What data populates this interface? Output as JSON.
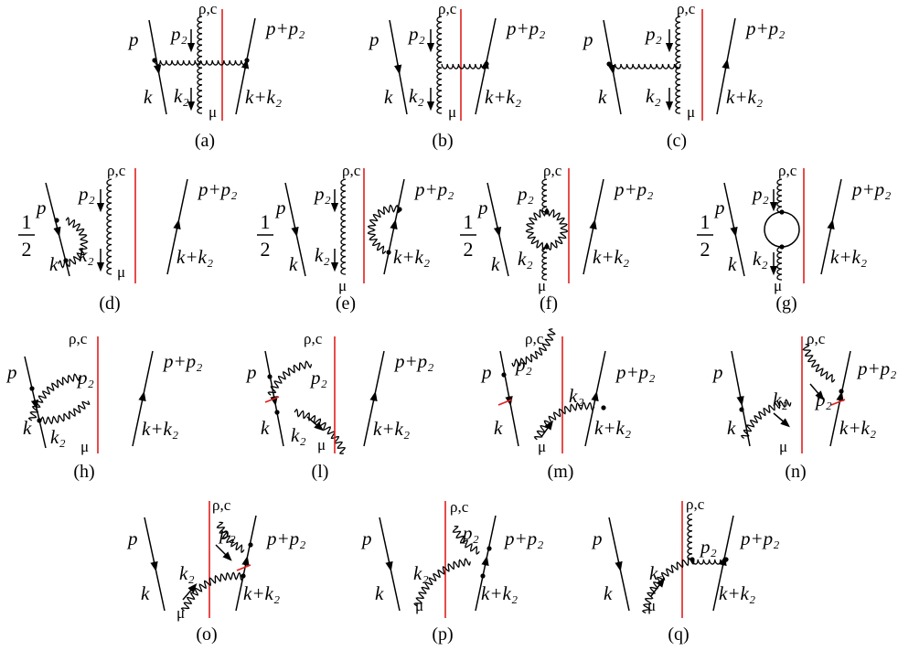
{
  "labels": {
    "p": "p",
    "p2": "p₂",
    "k": "k",
    "k2": "k₂",
    "p_plus_p2": "p+p₂",
    "k_plus_k2": "k+k₂",
    "rho_c": "ρ,c",
    "mu": "μ",
    "half_num": "1",
    "half_den": "2"
  },
  "colors": {
    "ink": "#000000",
    "cut": "#e0201e"
  },
  "panels": [
    {
      "id": "a",
      "caption": "(a)"
    },
    {
      "id": "b",
      "caption": "(b)"
    },
    {
      "id": "c",
      "caption": "(c)"
    },
    {
      "id": "d",
      "caption": "(d)",
      "prefactor": "1/2"
    },
    {
      "id": "e",
      "caption": "(e)",
      "prefactor": "1/2"
    },
    {
      "id": "f",
      "caption": "(f)",
      "prefactor": "1/2"
    },
    {
      "id": "g",
      "caption": "(g)",
      "prefactor": "1/2"
    },
    {
      "id": "h",
      "caption": "(h)"
    },
    {
      "id": "l",
      "caption": "(l)"
    },
    {
      "id": "m",
      "caption": "(m)"
    },
    {
      "id": "n",
      "caption": "(n)"
    },
    {
      "id": "o",
      "caption": "(o)"
    },
    {
      "id": "p",
      "caption": "(p)"
    },
    {
      "id": "q",
      "caption": "(q)"
    }
  ]
}
